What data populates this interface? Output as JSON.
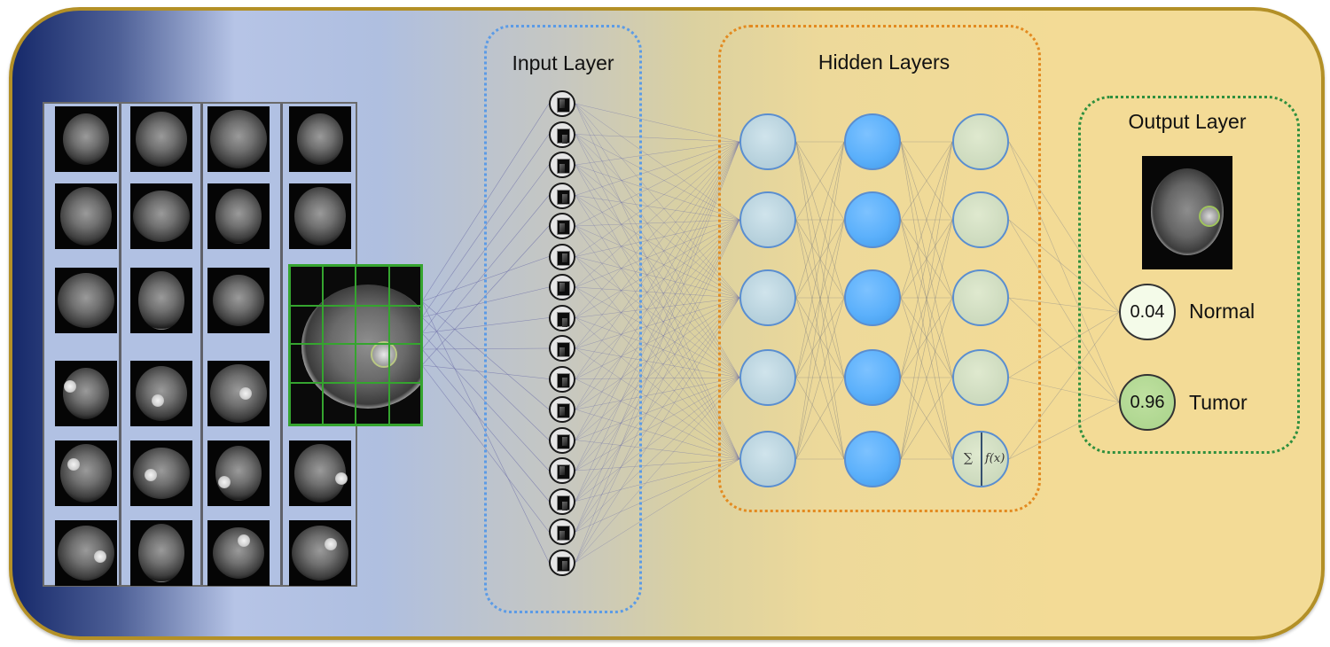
{
  "layers": {
    "input_title": "Input Layer",
    "hidden_title": "Hidden Layers",
    "output_title": "Output Layer"
  },
  "input_node_count": 16,
  "hidden_columns": 3,
  "hidden_rows": 5,
  "neuron_formula": {
    "sum": "∑",
    "activation": "f(x)"
  },
  "outputs": [
    {
      "value": "0.04",
      "label": "Normal"
    },
    {
      "value": "0.96",
      "label": "Tumor"
    }
  ],
  "colors": {
    "frame_border": "#b39027",
    "input_box_border": "#5b9be6",
    "hidden_box_border": "#e38a20",
    "output_box_border": "#2f8f3e",
    "patch_grid": "#35a42f",
    "connection_lines": "#6e6fa8"
  },
  "mri_grid": {
    "rows": 6,
    "columns": 4,
    "highlighted_cell": "row 3, column 4"
  }
}
